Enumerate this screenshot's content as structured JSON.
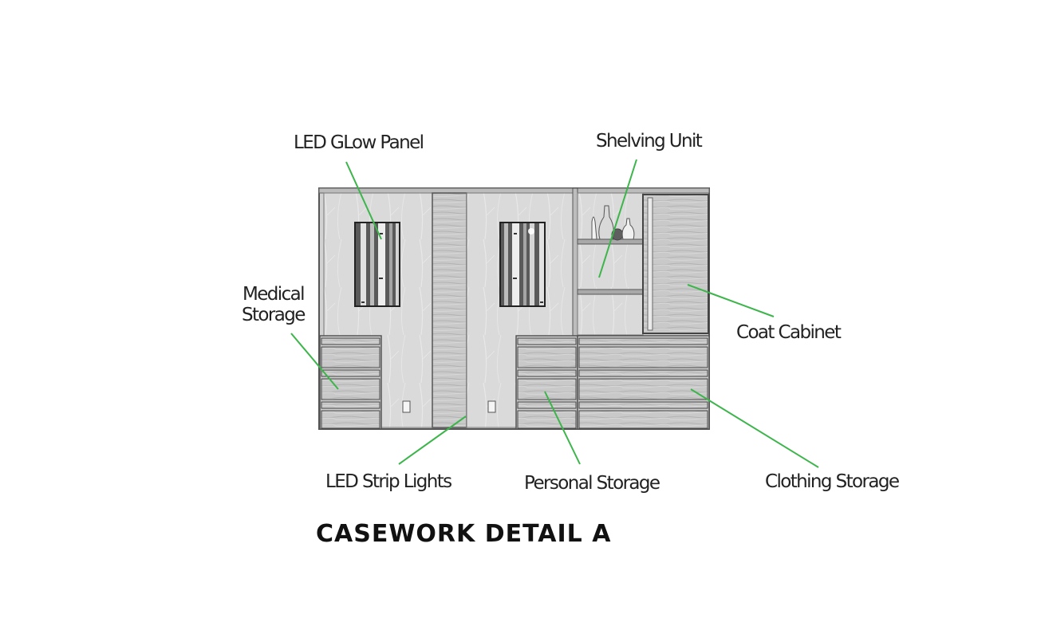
{
  "title": "CASEWORK DETAIL A",
  "labels": {
    "led_glow_panel": "LED GLow Panel",
    "shelving_unit": "Shelving Unit",
    "medical_storage_1": "Medical",
    "medical_storage_2": "Storage",
    "coat_cabinet": "Coat Cabinet",
    "led_strip_lights": "LED Strip Lights",
    "personal_storage": "Personal Storage",
    "clothing_storage": "Clothing Storage"
  },
  "colors": {
    "leader": "#3cb54a",
    "panel": "#d6d6d6",
    "wood": "#a8a8a8",
    "outline": "#555555"
  }
}
